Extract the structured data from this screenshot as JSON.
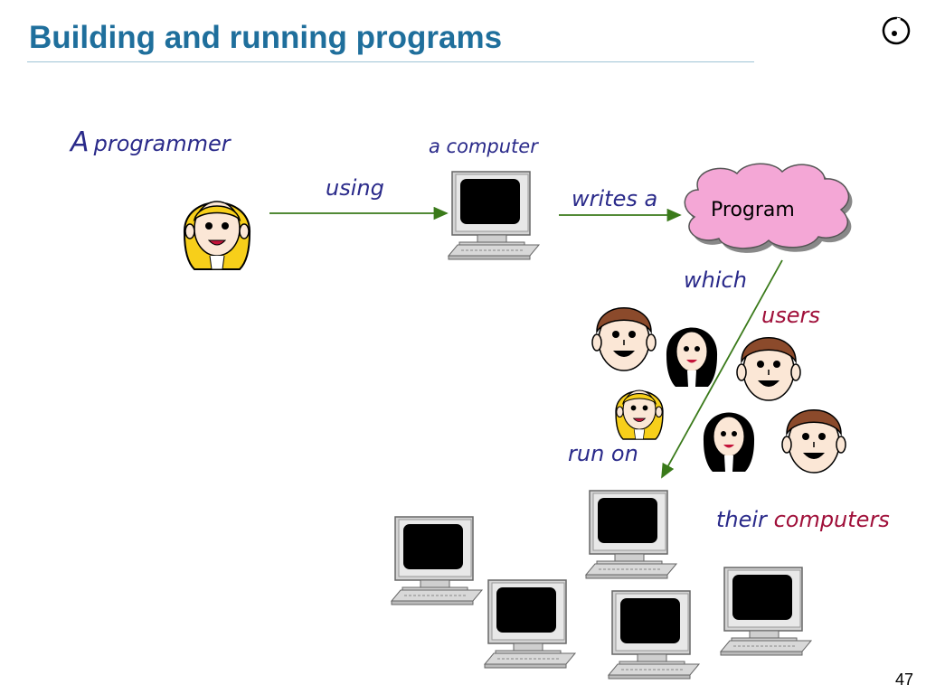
{
  "title": "Building and running programs",
  "page_number": "47",
  "labels": {
    "programmer_a": "A",
    "programmer": "programmer",
    "computer": "a computer",
    "using": "using",
    "writes": "writes a",
    "program": "Program",
    "which": "which",
    "users": "users",
    "run_on": "run on",
    "their": "their",
    "computers": "computers"
  },
  "colors": {
    "title": "#1f6f9c",
    "label_blue": "#2a2a8a",
    "label_red": "#a0103a",
    "arrow": "#3a7a1a",
    "cloud": "#f4a7d6"
  }
}
